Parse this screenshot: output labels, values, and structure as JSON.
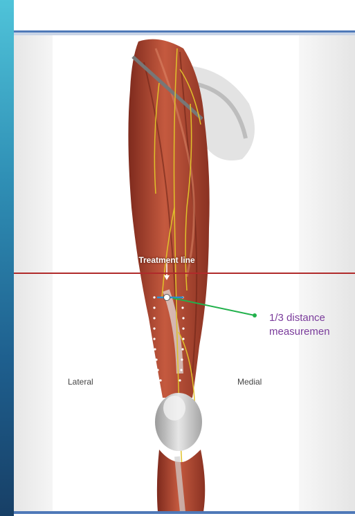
{
  "labels": {
    "treatment_line": "Treatment line",
    "distance_measurement": "1/3 distance measuremen",
    "lateral": "Lateral",
    "medial": "Medial"
  },
  "colors": {
    "accent_rule": "#4f79b8",
    "treatment_line": "#b02a2a",
    "pointer": "#22b14c",
    "measurement_text": "#7a3b9b",
    "muscle": "#b24a33",
    "nerve": "#e0c22a"
  }
}
